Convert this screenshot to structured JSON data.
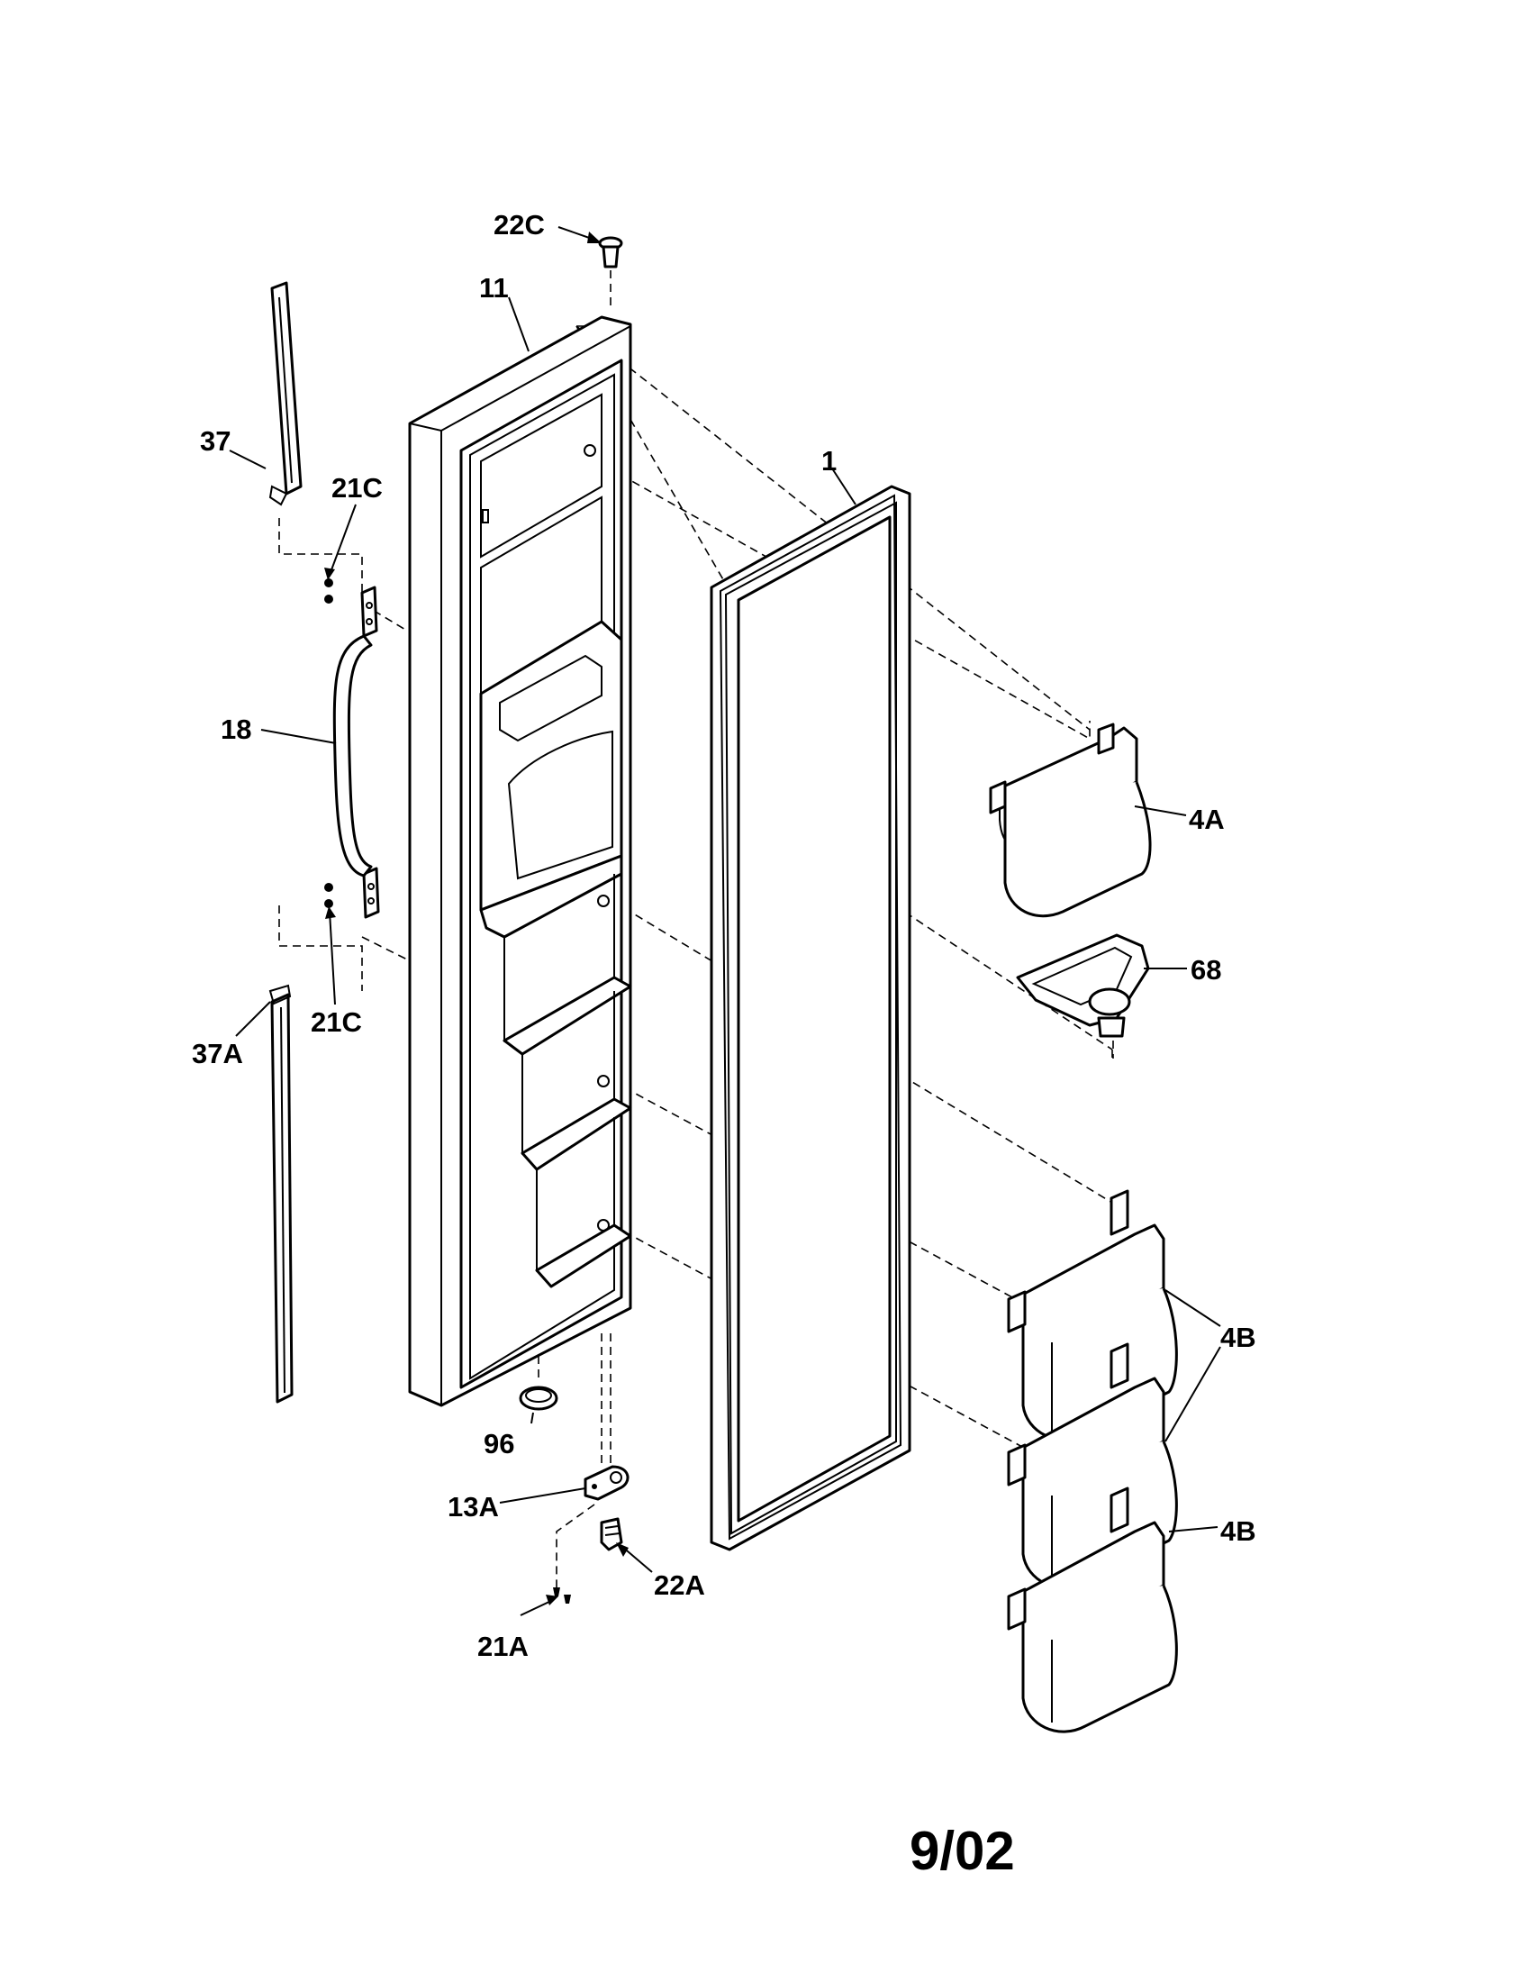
{
  "date_code": "9/02",
  "callouts": {
    "c22C": "22C",
    "c11": "11",
    "c37": "37",
    "c21C_top": "21C",
    "c1": "1",
    "c18": "18",
    "c4A": "4A",
    "c68": "68",
    "c21C_bottom": "21C",
    "c37A": "37A",
    "c4B_pair": "4B",
    "c96": "96",
    "c13A": "13A",
    "c4B_single": "4B",
    "c22A": "22A",
    "c21A": "21A"
  }
}
